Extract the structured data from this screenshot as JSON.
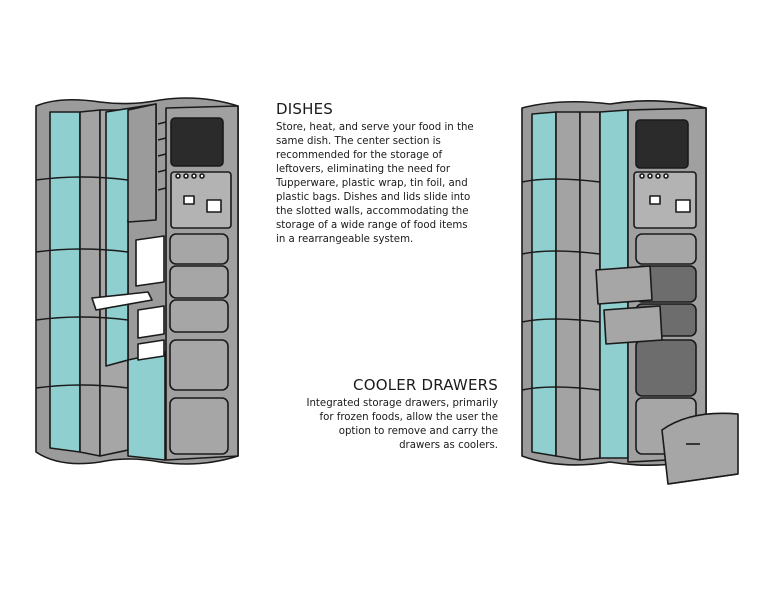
{
  "sections": {
    "dishes": {
      "title": "DISHES",
      "lines": [
        "Store, heat, and serve your food in the",
        "same dish.  The center section is",
        "recommended for the storage of",
        "leftovers, eliminating the need for",
        "Tupperware, plastic wrap, tin foil, and",
        "plastic bags.  Dishes and lids slide into",
        "the slotted walls, accommodating the",
        "storage of a wide range of food items",
        "in a rearrangeable system."
      ]
    },
    "cooler": {
      "title": "COOLER DRAWERS",
      "lines": [
        "Integrated storage drawers, primarily",
        "for frozen foods, allow the user the",
        "option to remove and carry the",
        "drawers as coolers."
      ]
    }
  },
  "colors": {
    "body_gray": "#9a9a9a",
    "panel_gray": "#a3a3a3",
    "aqua": "#8fcfcf",
    "outline": "#1a1a1a",
    "screen": "#2b2b2b",
    "dark_drawer": "#6d6d6d"
  }
}
